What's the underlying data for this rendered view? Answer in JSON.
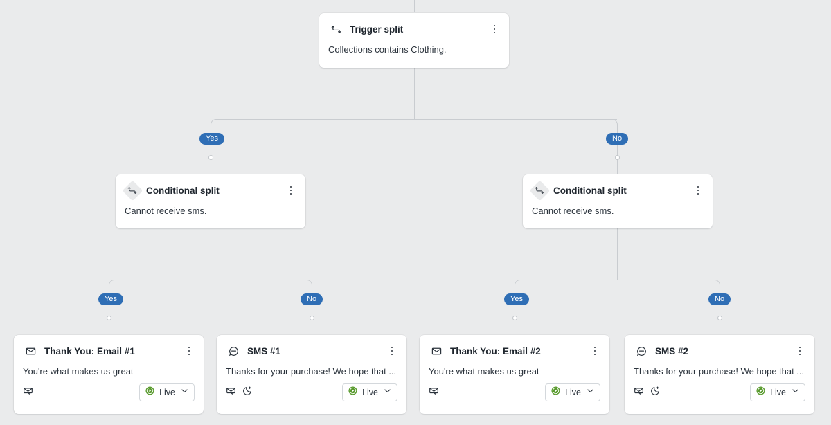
{
  "canvas": {
    "background": "#eaebec",
    "connector_color": "#c9ccd0",
    "pill_color": "#2f6eb5",
    "live_color": "#5a9b2f"
  },
  "branch_labels": {
    "yes": "Yes",
    "no": "No"
  },
  "nodes": {
    "trigger": {
      "title": "Trigger split",
      "body": "Collections contains Clothing.",
      "icon": "split-icon",
      "menu": "kebab-menu-icon"
    },
    "conditional_left": {
      "title": "Conditional split",
      "body": "Cannot receive sms.",
      "icon": "split-icon",
      "menu": "kebab-menu-icon"
    },
    "conditional_right": {
      "title": "Conditional split",
      "body": "Cannot receive sms.",
      "icon": "split-icon",
      "menu": "kebab-menu-icon"
    },
    "email_1": {
      "title": "Thank You: Email #1",
      "body": "You're what makes us great",
      "icon": "envelope-icon",
      "menu": "kebab-menu-icon",
      "footer_icons": [
        "envelope-check-icon"
      ],
      "status": "Live",
      "status_icon": "play-circle-icon",
      "status_chevron": "chevron-down-icon"
    },
    "sms_1": {
      "title": "SMS #1",
      "body": "Thanks for your purchase! We hope that ...",
      "icon": "sms-bubble-icon",
      "menu": "kebab-menu-icon",
      "footer_icons": [
        "envelope-check-icon",
        "moon-icon"
      ],
      "status": "Live",
      "status_icon": "play-circle-icon",
      "status_chevron": "chevron-down-icon"
    },
    "email_2": {
      "title": "Thank You: Email #2",
      "body": "You're what makes us great",
      "icon": "envelope-icon",
      "menu": "kebab-menu-icon",
      "footer_icons": [
        "envelope-check-icon"
      ],
      "status": "Live",
      "status_icon": "play-circle-icon",
      "status_chevron": "chevron-down-icon"
    },
    "sms_2": {
      "title": "SMS #2",
      "body": "Thanks for your purchase! We hope that ...",
      "icon": "sms-bubble-icon",
      "menu": "kebab-menu-icon",
      "footer_icons": [
        "envelope-check-icon",
        "moon-icon"
      ],
      "status": "Live",
      "status_icon": "play-circle-icon",
      "status_chevron": "chevron-down-icon"
    }
  }
}
